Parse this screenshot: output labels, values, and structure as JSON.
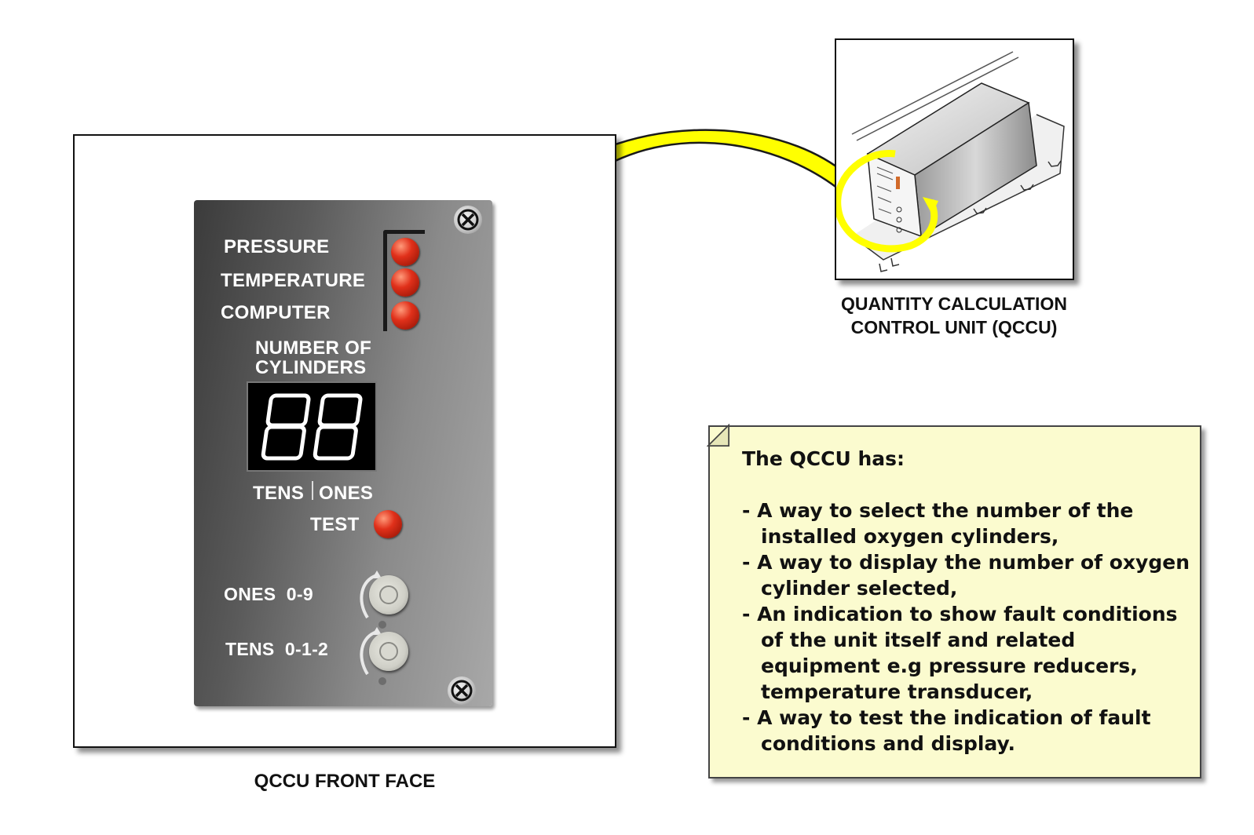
{
  "front_face": {
    "caption": "QCCU FRONT FACE",
    "fault_labels": [
      "PRESSURE",
      "TEMPERATURE",
      "COMPUTER"
    ],
    "display_heading_line1": "NUMBER OF",
    "display_heading_line2": "CYLINDERS",
    "display_value": "88",
    "display_tens_label": "TENS",
    "display_ones_label": "ONES",
    "test_label": "TEST",
    "ones_selector_label": "ONES  0-9",
    "tens_selector_label": "TENS  0-1-2"
  },
  "unit_view": {
    "caption_line1": "QUANTITY CALCULATION",
    "caption_line2": "CONTROL UNIT (QCCU)"
  },
  "note": {
    "title": "The QCCU has:",
    "items": [
      "- A way to select the number of the installed oxygen cylinders,",
      "- A way to display the number of oxygen cylinder selected,",
      "- An indication to show fault conditions of the unit itself and related equipment e.g pressure reducers, temperature transducer,",
      "- A way to test the indication of fault conditions and display."
    ]
  },
  "colors": {
    "arrow": "#ffff00",
    "note_background": "#fbfbcf",
    "led": "#e0301a"
  }
}
